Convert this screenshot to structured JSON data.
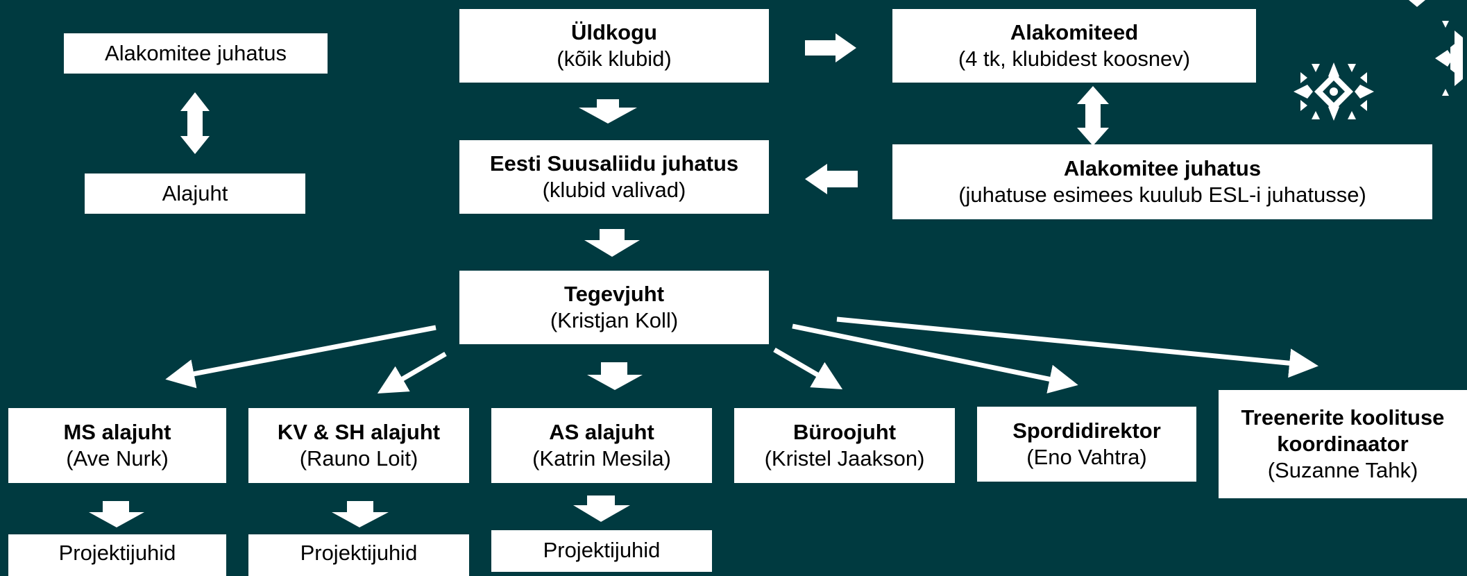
{
  "colors": {
    "background": "#003a40",
    "box": "#ffffff",
    "text": "#000000",
    "arrow": "#ffffff"
  },
  "left": {
    "top_box": "Alakomitee juhatus",
    "bottom_box": "Alajuht"
  },
  "center": {
    "general_assembly": {
      "title": "Üldkogu",
      "subtitle": "(kõik klubid)"
    },
    "board": {
      "title": "Eesti Suusaliidu juhatus",
      "subtitle": "(klubid valivad)"
    },
    "ceo": {
      "title": "Tegevjuht",
      "subtitle": "(Kristjan Koll)"
    }
  },
  "right": {
    "subcommittees": {
      "title": "Alakomiteed",
      "subtitle": "(4 tk, klubidest koosnev)"
    },
    "subcommittee_board": {
      "title": "Alakomitee juhatus",
      "subtitle": "(juhatuse esimees kuulub ESL-i juhatusse)"
    }
  },
  "units": [
    {
      "title": "MS alajuht",
      "subtitle": "(Ave Nurk)"
    },
    {
      "title": "KV & SH alajuht",
      "subtitle": "(Rauno Loit)"
    },
    {
      "title": "AS alajuht",
      "subtitle": "(Katrin Mesila)"
    },
    {
      "title": "Büroojuht",
      "subtitle": "(Kristel Jaakson)"
    },
    {
      "title": "Spordidirektor",
      "subtitle": "(Eno Vahtra)"
    },
    {
      "title": "Treenerite koolituse koordinaator",
      "subtitle": "(Suzanne Tahk)"
    }
  ],
  "projects": [
    "Projektijuhid",
    "Projektijuhid",
    "Projektijuhid"
  ],
  "decor": {
    "ornament": "snowflake-ornament-icon"
  }
}
